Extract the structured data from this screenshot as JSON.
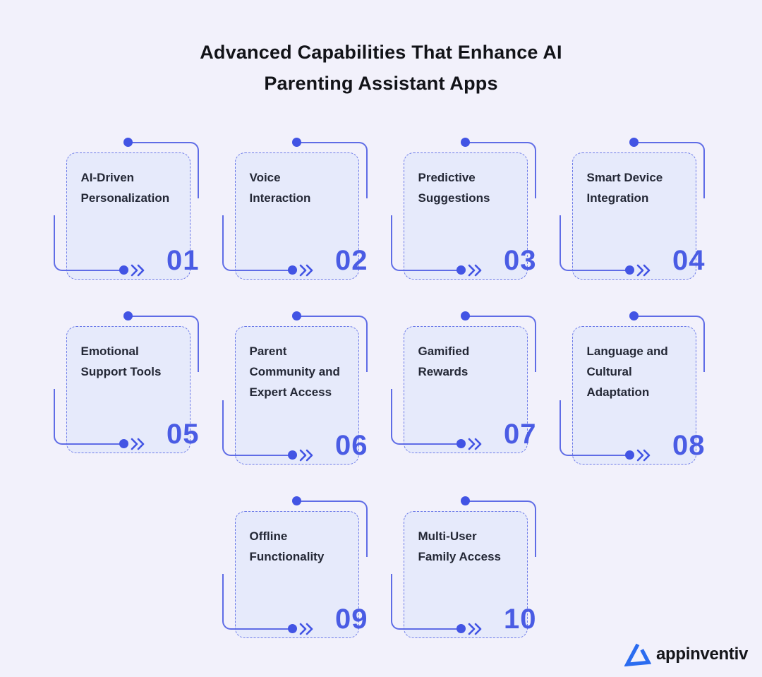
{
  "title": {
    "line1": "Advanced Capabilities That Enhance AI",
    "line2": "Parenting Assistant Apps"
  },
  "rows": [
    {
      "cards": [
        {
          "number": "01",
          "title": "AI-Driven Personalization",
          "title_lines": [
            "AI-Driven",
            "Personalization"
          ]
        },
        {
          "number": "02",
          "title": "Voice Interaction",
          "title_lines": [
            "Voice",
            "Interaction"
          ]
        },
        {
          "number": "03",
          "title": "Predictive Suggestions",
          "title_lines": [
            "Predictive",
            "Suggestions"
          ]
        },
        {
          "number": "04",
          "title": "Smart Device Integration",
          "title_lines": [
            "Smart Device",
            "Integration"
          ]
        }
      ]
    },
    {
      "cards": [
        {
          "number": "05",
          "title": "Emotional Support Tools",
          "title_lines": [
            "Emotional",
            "Support Tools"
          ]
        },
        {
          "number": "06",
          "title": "Parent Community and Expert Access",
          "title_lines": [
            "Parent",
            "Community and",
            "Expert Access"
          ]
        },
        {
          "number": "07",
          "title": "Gamified Rewards",
          "title_lines": [
            "Gamified",
            "Rewards"
          ]
        },
        {
          "number": "08",
          "title": "Language and Cultural Adaptation",
          "title_lines": [
            "Language and",
            "Cultural",
            "Adaptation"
          ]
        }
      ]
    },
    {
      "cards": [
        {
          "number": "09",
          "title": "Offline Functionality",
          "title_lines": [
            "Offline",
            "Functionality"
          ]
        },
        {
          "number": "10",
          "title": "Multi-User Family Access",
          "title_lines": [
            "Multi-User",
            "Family Access"
          ]
        }
      ]
    }
  ],
  "footer": {
    "logo_text": "appinventiv"
  },
  "colors": {
    "background": "#f2f1fb",
    "card_fill": "#e6eafb",
    "card_border": "#6b79e8",
    "connector_line": "#5f6ce6",
    "connector_dot": "#4254e4",
    "number": "#4a5ce4",
    "title_text": "#121318",
    "card_text": "#242836",
    "logo_blue": "#2b6cf0",
    "logo_dark": "#15161a"
  }
}
